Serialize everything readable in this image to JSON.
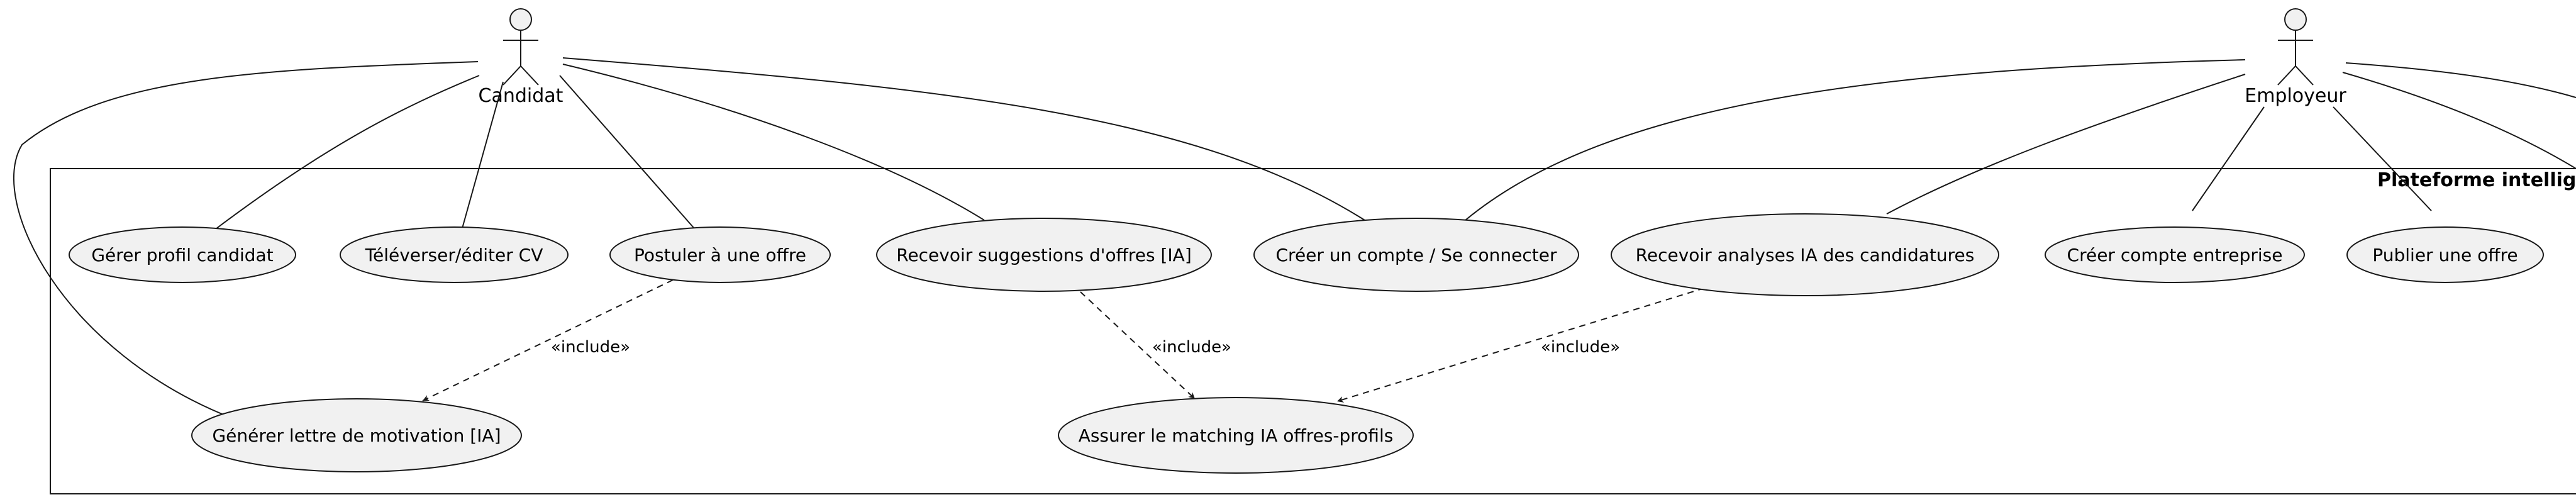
{
  "system": {
    "title": "Plateforme intellige",
    "fill": "#ffffff",
    "stroke": "#181818"
  },
  "actors": {
    "candidat": "Candidat",
    "employeur": "Employeur"
  },
  "use_cases": {
    "gerer_profil": "Gérer profil candidat",
    "televerser_cv": "Téléverser/éditer CV",
    "postuler": "Postuler à une offre",
    "recevoir_suggestions": "Recevoir suggestions d'offres [IA]",
    "creer_compte": "Créer un compte / Se connecter",
    "recevoir_analyses": "Recevoir analyses IA des candidatures",
    "creer_compte_entreprise": "Créer compte entreprise",
    "publier_offre": "Publier une offre",
    "generer_lettre": "Générer lettre de motivation [IA]",
    "assurer_matching": "Assurer le matching IA offres-profils"
  },
  "relations": {
    "include_label": "«include»"
  },
  "colors": {
    "use_case_fill": "#f1f1f1",
    "line": "#181818"
  }
}
